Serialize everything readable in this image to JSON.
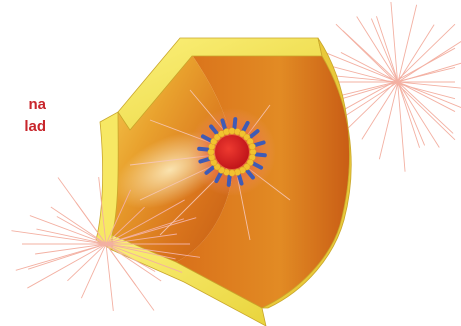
{
  "label": {
    "line1": "na",
    "line2": "lad"
  },
  "colors": {
    "label": "#c8262c",
    "cylinder_inner": "#e07a1c",
    "cylinder_highlight": "#f6d25a",
    "wall_face": "#f4e44e",
    "core": "#d81e1e",
    "halo": "#e8463a",
    "ring_dots": "#f2c230",
    "spikes": "#3f5bb5",
    "tracks": "#f2a99a"
  },
  "icons": {
    "cylinder": "half-cylinder-detector",
    "core": "central-sphere",
    "tracks": "particle-track-sprays"
  }
}
